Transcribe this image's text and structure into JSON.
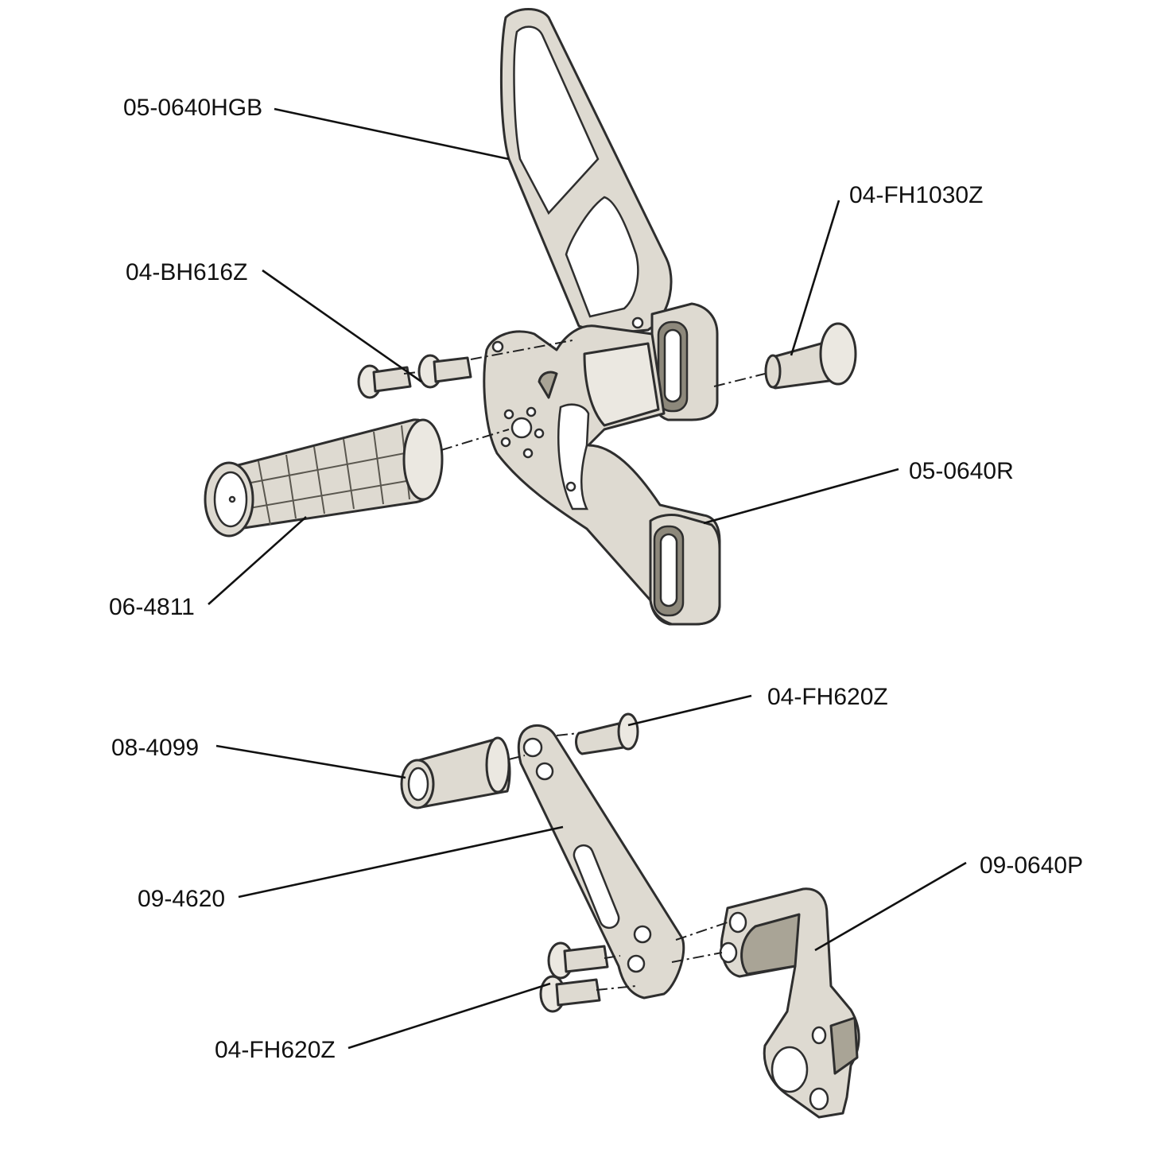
{
  "labels": {
    "hanger_bracket": "05-0640HGB",
    "bolt_fh1030": "04-FH1030Z",
    "bolt_bh616": "04-BH616Z",
    "rearset_plate": "05-0640R",
    "footpeg": "06-4811",
    "bolt_fh620_top": "04-FH620Z",
    "spacer": "08-4099",
    "linkage_arm": "09-4620",
    "pedal_lever": "09-0640P",
    "bolt_fh620_bottom": "04-FH620Z"
  }
}
